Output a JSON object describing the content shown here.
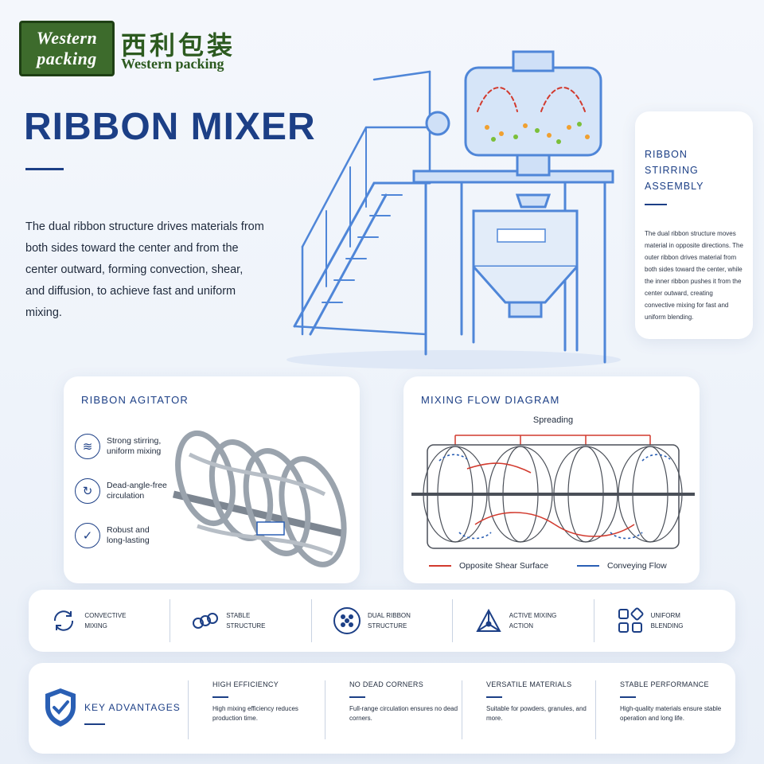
{
  "logo": {
    "box_line1": "Western",
    "box_line2": "packing",
    "chinese": "西利包装",
    "english": "Western packing"
  },
  "title": "RIBBON MIXER",
  "intro": "The dual ribbon structure drives materials from both sides toward the center and from the center outward, forming convection, shear, and diffusion, to achieve fast and uniform mixing.",
  "stirring_assembly": {
    "title": "RIBBON STIRRING ASSEMBLY",
    "text": "The dual ribbon structure moves material in opposite directions. The outer ribbon drives material from both sides toward the center, while the inner ribbon pushes it from the center outward, creating convective mixing for fast and uniform blending."
  },
  "agitator": {
    "title": "RIBBON AGITATOR",
    "features": [
      {
        "line1": "Strong stirring,",
        "line2": "uniform mixing",
        "icon": "wave-icon"
      },
      {
        "line1": "Dead-angle-free",
        "line2": "circulation",
        "icon": "circulation-icon"
      },
      {
        "line1": "Robust and",
        "line2": "long-lasting",
        "icon": "shield-check-icon"
      }
    ]
  },
  "flow": {
    "title": "MIXING FLOW DIAGRAM",
    "spreading": "Spreading",
    "legend_shear": "Opposite Shear Surface",
    "legend_conveying": "Conveying Flow",
    "shear_color": "#d23a2e",
    "conveying_color": "#2a5fb4"
  },
  "strip": [
    {
      "label": "CONVECTIVE MIXING",
      "icon": "cycle-arrows-icon"
    },
    {
      "label": "STABLE STRUCTURE",
      "icon": "coil-icon"
    },
    {
      "label": "DUAL RIBBON STRUCTURE",
      "icon": "dots-circle-icon"
    },
    {
      "label": "ACTIVE MIXING ACTION",
      "icon": "triangle-network-icon"
    },
    {
      "label": "UNIFORM BLENDING",
      "icon": "grid-squares-icon"
    }
  ],
  "advantages": {
    "title": "KEY ADVANTAGES",
    "items": [
      {
        "title": "HIGH EFFICIENCY",
        "text": "High mixing efficiency reduces production time."
      },
      {
        "title": "NO DEAD CORNERS",
        "text": "Full-range circulation ensures no dead corners."
      },
      {
        "title": "VERSATILE MATERIALS",
        "text": "Suitable for powders, granules, and more."
      },
      {
        "title": "STABLE PERFORMANCE",
        "text": "High-quality materials ensure stable operation and long life."
      }
    ]
  },
  "colors": {
    "brand_blue": "#1c3f86",
    "logo_green": "#3d6b2c"
  }
}
